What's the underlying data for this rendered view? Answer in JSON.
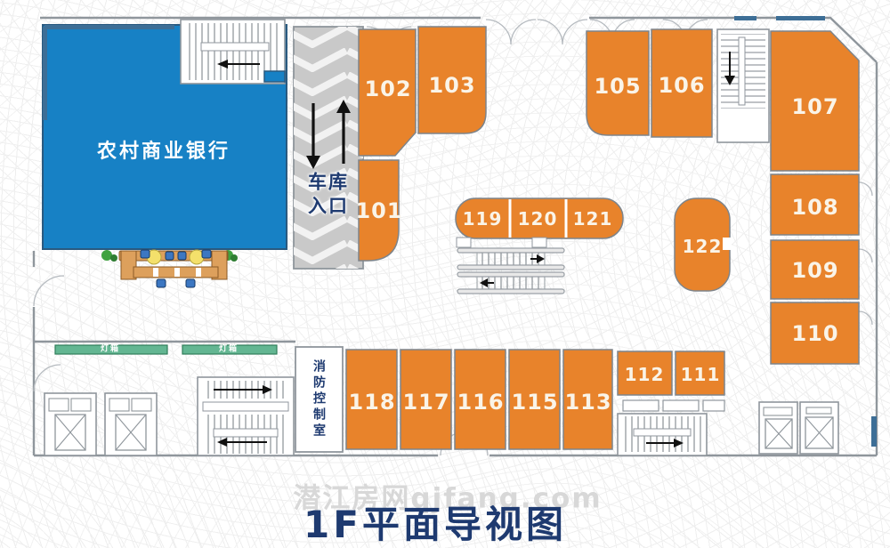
{
  "title": {
    "text": "1F平面导视图"
  },
  "watermark": {
    "text": "潜江房网qjfang.com"
  },
  "bank": {
    "label": "农村商业银行"
  },
  "garage": {
    "line1": "车库",
    "line2": "入口"
  },
  "fire_control": {
    "label": "消防控制室"
  },
  "lightbox": {
    "label": "灯箱"
  },
  "units": [
    "101",
    "102",
    "103",
    "105",
    "106",
    "107",
    "108",
    "109",
    "110",
    "111",
    "112",
    "113",
    "115",
    "116",
    "117",
    "118",
    "119",
    "120",
    "121",
    "122"
  ],
  "colors": {
    "unit_fill": "#e8832b",
    "unit_text": "#faf4e8",
    "bank_fill": "#1781c5",
    "ramp_fill": "#c9c9c9",
    "lightbox_fill": "#63b692",
    "wall_line": "#8f969c",
    "title_text": "#1e3a70",
    "watermark_text": "#d8d8d8"
  }
}
